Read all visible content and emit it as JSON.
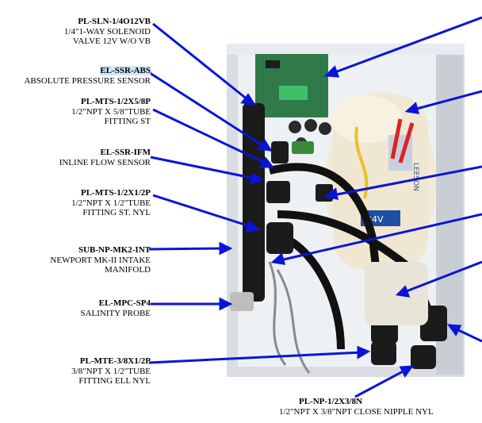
{
  "labels": [
    {
      "part": "PL-SLN-1/4O12VB",
      "desc": [
        "1/4\"1-WAY SOLENOID",
        "VALVE 12V W/O VB"
      ]
    },
    {
      "part": "EL-SSR-ABS",
      "desc": [
        "ABSOLUTE PRESSURE SENSOR"
      ]
    },
    {
      "part": "PL-MTS-1/2X5/8P",
      "desc": [
        "1/2\"NPT X 5/8\"TUBE",
        "FITTING ST"
      ]
    },
    {
      "part": "EL-SSR-IFM",
      "desc": [
        "INLINE FLOW SENSOR"
      ]
    },
    {
      "part": "PL-MTS-1/2X1/2P",
      "desc": [
        "1/2\"NPT X 1/2\"TUBE",
        "FITTING ST. NYL"
      ]
    },
    {
      "part": "SUB-NP-MK2-INT",
      "desc": [
        "NEWPORT MK-II INTAKE",
        "MANIFOLD"
      ]
    },
    {
      "part": "EL-MPC-SP4",
      "desc": [
        "SALINITY PROBE"
      ]
    },
    {
      "part": "PL-MTE-3/8X1/2P",
      "desc": [
        "3/8\"NPT X 1/2\"TUBE",
        "FITTING ELL NYL"
      ]
    }
  ],
  "bottom_label": {
    "part": "PL-NP-1/2X3/8N",
    "desc": "1/2\"NPT X 3/8\"NPT CLOSE NIPPLE NYL"
  },
  "photo": {
    "motor_sticker": "24V",
    "motor_brand": "LEESON"
  },
  "colors": {
    "arrow": "#0a14d8",
    "enclosure": "#eef1f4",
    "motor": "#f1ead6",
    "pcb": "#2f7a48"
  }
}
